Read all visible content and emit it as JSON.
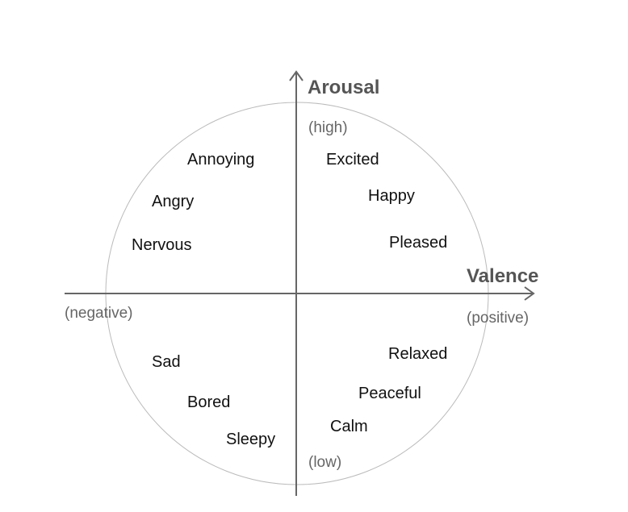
{
  "axes": {
    "vertical": {
      "title": "Arousal",
      "high": "(high)",
      "low": "(low)"
    },
    "horizontal": {
      "title": "Valence",
      "positive": "(positive)",
      "negative": "(negative)"
    }
  },
  "emotions": {
    "high_negative": [
      "Annoying",
      "Angry",
      "Nervous"
    ],
    "high_positive": [
      "Excited",
      "Happy",
      "Pleased"
    ],
    "low_positive": [
      "Relaxed",
      "Peaceful",
      "Calm"
    ],
    "low_negative": [
      "Sad",
      "Bored",
      "Sleepy"
    ]
  },
  "colors": {
    "axis": "#666666",
    "circle": "#bbbbbb",
    "text": "#111111"
  }
}
